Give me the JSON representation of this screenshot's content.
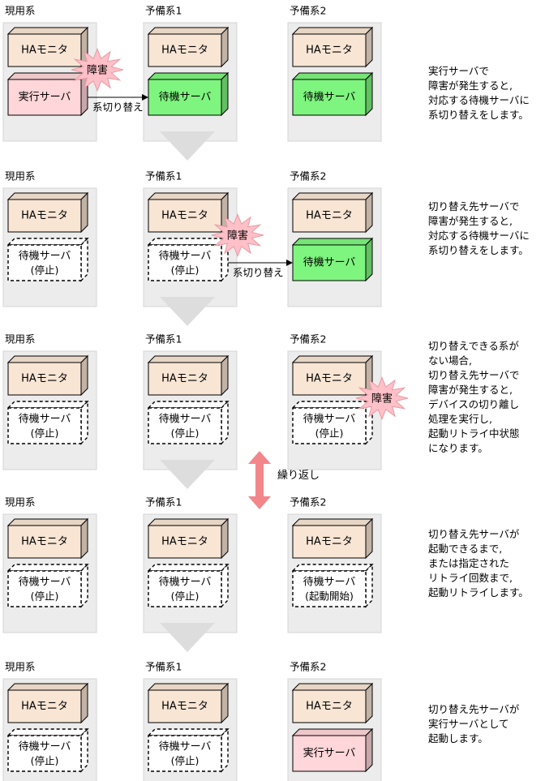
{
  "labels": {
    "current": "現用系",
    "standby1": "予備系1",
    "standby2": "予備系2",
    "ha_monitor": "HAモニタ",
    "active_server": "実行サーバ",
    "standby_server": "待機サーバ",
    "stopped": "(停止)",
    "start_begin": "(起動開始)",
    "failure": "障害",
    "switchover": "系切り替え",
    "repeat": "繰り返し"
  },
  "colors": {
    "system_bg": "#ececec",
    "monitor_box": "#f8e5d4",
    "active_server_box": "#ffd6d9",
    "standby_green_box": "#7ef57e",
    "failure_burst": "#ffc0c8",
    "down_arrow": "#dddddd",
    "repeat_arrow": "#f2868a"
  },
  "descriptions": [
    "実行サーバで\n障害が発生すると,\n対応する待機サーバに\n系切り替えをします。",
    "切り替え先サーバで\n障害が発生すると,\n対応する待機サーバに\n系切り替えをします。",
    "切り替えできる系が\nない場合,\n切り替え先サーバで\n障害が発生すると,\nデバイスの切り離し\n処理を実行し,\n起動リトライ中状態\nになります。",
    "切り替え先サーバが\n起動できるまで,\nまたは指定された\nリトライ回数まで,\n起動リトライします。",
    "切り替え先サーバが\n実行サーバとして\n起動します。"
  ],
  "steps": [
    {
      "systems": [
        {
          "title": "現用系",
          "server": "active"
        },
        {
          "title": "予備系1",
          "server": "green"
        },
        {
          "title": "予備系2",
          "server": "green"
        }
      ],
      "failure_at": 0,
      "switch_from": 0
    },
    {
      "systems": [
        {
          "title": "現用系",
          "server": "stopped"
        },
        {
          "title": "予備系1",
          "server": "stopped"
        },
        {
          "title": "予備系2",
          "server": "green"
        }
      ],
      "failure_at": 1,
      "switch_from": 1
    },
    {
      "systems": [
        {
          "title": "現用系",
          "server": "stopped"
        },
        {
          "title": "予備系1",
          "server": "stopped"
        },
        {
          "title": "予備系2",
          "server": "stopped"
        }
      ],
      "failure_at": 2,
      "switch_from": null
    },
    {
      "systems": [
        {
          "title": "現用系",
          "server": "stopped"
        },
        {
          "title": "予備系1",
          "server": "stopped"
        },
        {
          "title": "予備系2",
          "server": "starting"
        }
      ],
      "failure_at": null,
      "switch_from": null
    },
    {
      "systems": [
        {
          "title": "現用系",
          "server": "stopped"
        },
        {
          "title": "予備系1",
          "server": "stopped"
        },
        {
          "title": "予備系2",
          "server": "active"
        }
      ],
      "failure_at": null,
      "switch_from": null
    }
  ]
}
